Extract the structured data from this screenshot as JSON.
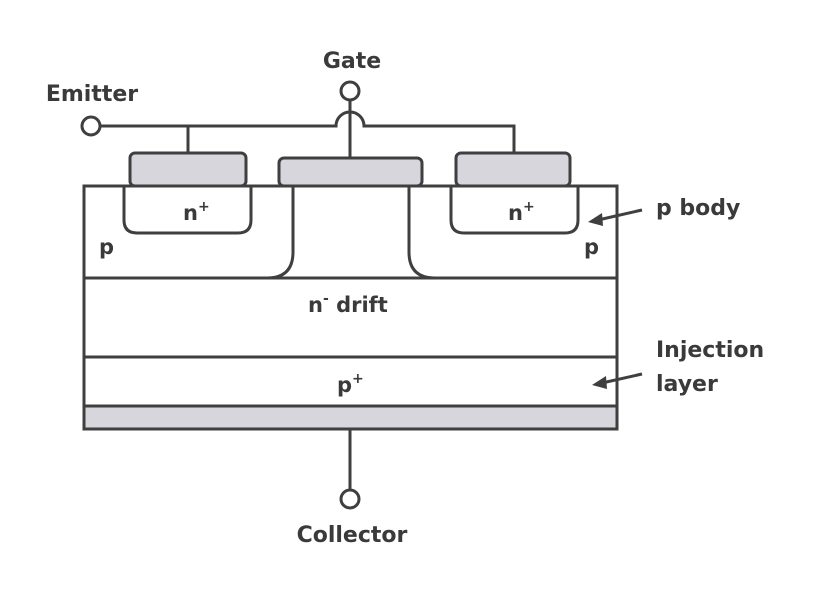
{
  "terminals": {
    "gate": "Gate",
    "emitter": "Emitter",
    "collector": "Collector"
  },
  "regions": {
    "n_plus_left": {
      "base": "n",
      "sup": "+"
    },
    "n_plus_right": {
      "base": "n",
      "sup": "+"
    },
    "p_left": "p",
    "p_right": "p",
    "drift": {
      "base": "n",
      "sup": "-",
      "rest": " drift"
    },
    "p_plus": {
      "base": "p",
      "sup": "+"
    }
  },
  "annotations": {
    "p_body": "p body",
    "injection_line1": "Injection",
    "injection_line2": "layer"
  },
  "colors": {
    "stroke": "#3f3f3f",
    "metal_fill": "#d6d6dc",
    "text": "#3a3a3a"
  }
}
